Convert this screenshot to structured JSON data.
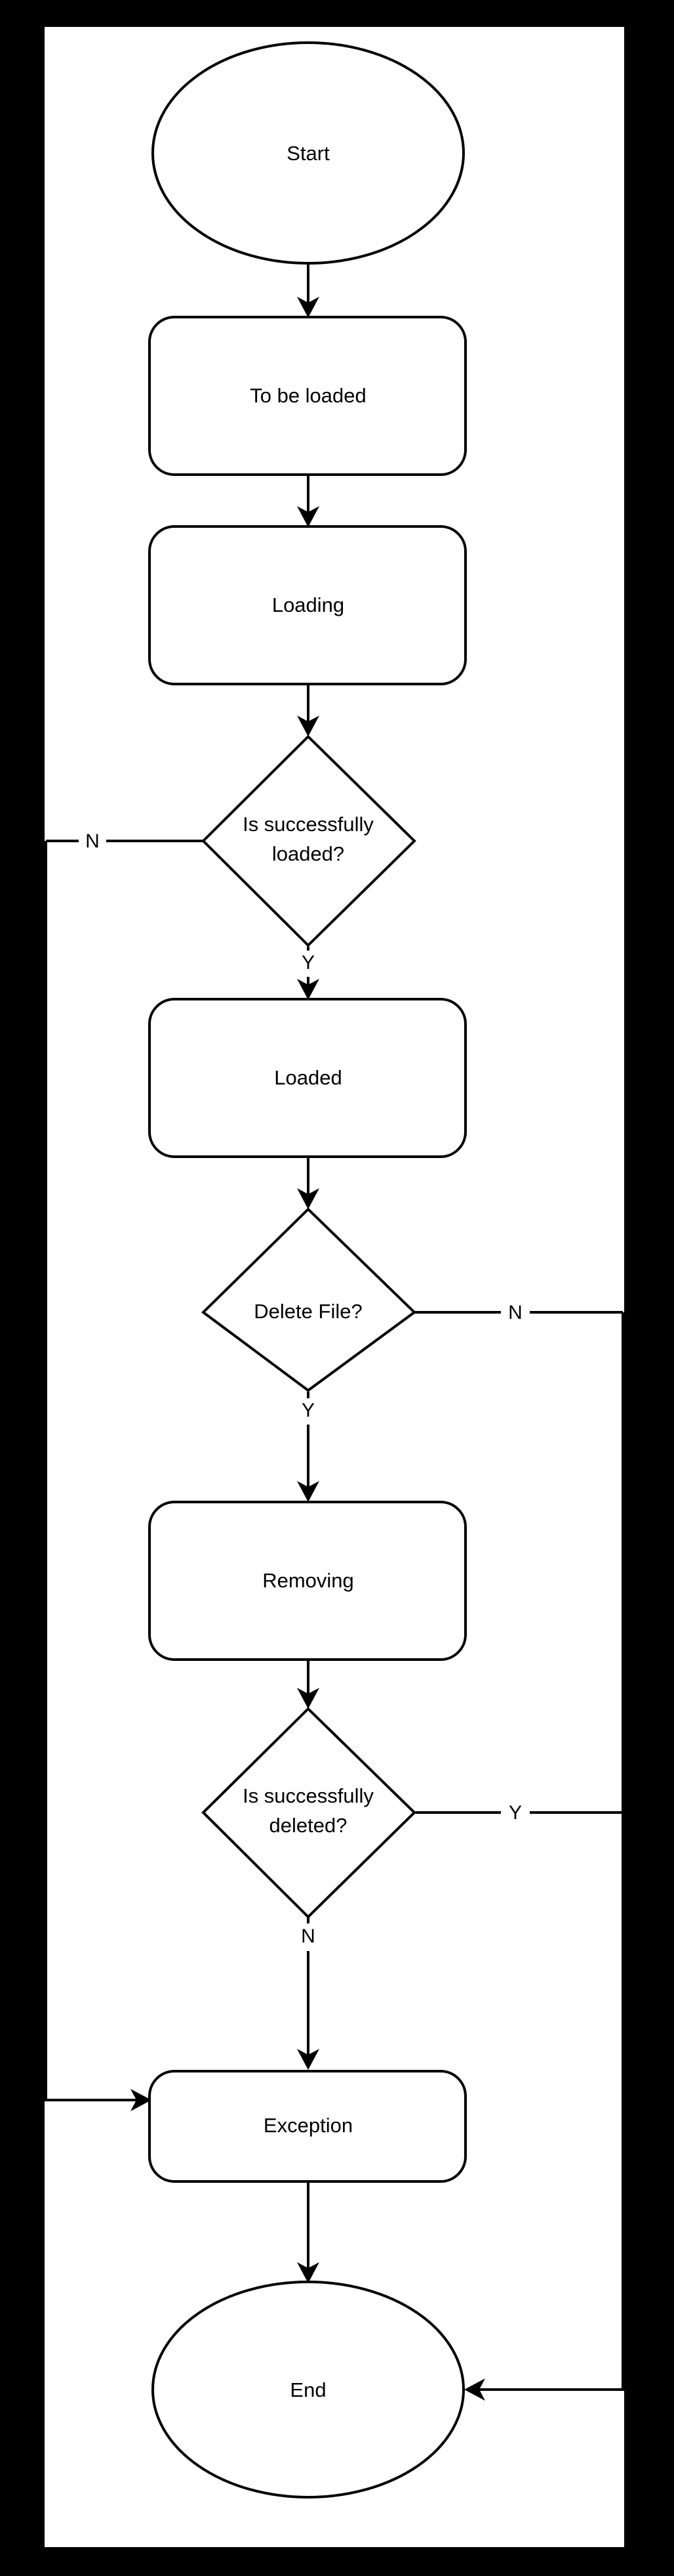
{
  "diagram": {
    "title": "File loading and deletion state flowchart",
    "background_color": "#000000",
    "canvas_color": "#ffffff",
    "stroke_color": "#000000",
    "text_color": "#000000"
  },
  "nodes": [
    {
      "id": "start",
      "type": "terminator",
      "label": "Start"
    },
    {
      "id": "to_be_loaded",
      "type": "process",
      "label": "To be loaded"
    },
    {
      "id": "loading",
      "type": "process",
      "label": "Loading"
    },
    {
      "id": "is_loaded",
      "type": "decision",
      "label_line1": "Is successfully",
      "label_line2": "loaded?"
    },
    {
      "id": "loaded",
      "type": "process",
      "label": "Loaded"
    },
    {
      "id": "delete_file",
      "type": "decision",
      "label": "Delete File?"
    },
    {
      "id": "removing",
      "type": "process",
      "label": "Removing"
    },
    {
      "id": "is_deleted",
      "type": "decision",
      "label_line1": "Is successfully",
      "label_line2": "deleted?"
    },
    {
      "id": "exception",
      "type": "process",
      "label": "Exception"
    },
    {
      "id": "end",
      "type": "terminator",
      "label": "End"
    }
  ],
  "edges": [
    {
      "from": "start",
      "to": "to_be_loaded",
      "label": ""
    },
    {
      "from": "to_be_loaded",
      "to": "loading",
      "label": ""
    },
    {
      "from": "loading",
      "to": "is_loaded",
      "label": ""
    },
    {
      "from": "is_loaded",
      "to": "exception",
      "label": "N"
    },
    {
      "from": "is_loaded",
      "to": "loaded",
      "label": "Y"
    },
    {
      "from": "loaded",
      "to": "delete_file",
      "label": ""
    },
    {
      "from": "delete_file",
      "to": "end",
      "label": "N"
    },
    {
      "from": "delete_file",
      "to": "removing",
      "label": "Y"
    },
    {
      "from": "removing",
      "to": "is_deleted",
      "label": ""
    },
    {
      "from": "is_deleted",
      "to": "end",
      "label": "Y"
    },
    {
      "from": "is_deleted",
      "to": "exception",
      "label": "N"
    },
    {
      "from": "exception",
      "to": "end",
      "label": ""
    }
  ],
  "labels": {
    "start": "Start",
    "to_be_loaded": "To be loaded",
    "loading": "Loading",
    "is_loaded_line1": "Is successfully",
    "is_loaded_line2": "loaded?",
    "loaded": "Loaded",
    "delete_file": "Delete File?",
    "removing": "Removing",
    "is_deleted_line1": "Is successfully",
    "is_deleted_line2": "deleted?",
    "exception": "Exception",
    "end": "End",
    "branch_is_loaded_no": "N",
    "branch_is_loaded_yes": "Y",
    "branch_delete_no": "N",
    "branch_delete_yes": "Y",
    "branch_is_deleted_yes": "Y",
    "branch_is_deleted_no": "N"
  }
}
